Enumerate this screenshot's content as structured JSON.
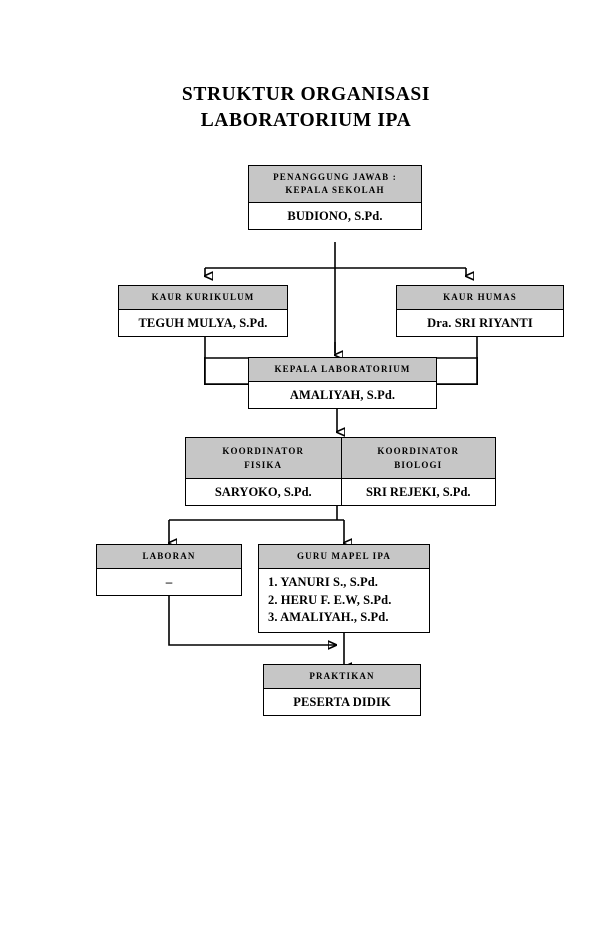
{
  "title": {
    "line1": "STRUKTUR ORGANISASI",
    "line2": "LABORATORIUM IPA"
  },
  "colors": {
    "header_fill": "#c6c6c6",
    "body_fill": "#ffffff",
    "stroke": "#000000",
    "page_background": "#ffffff"
  },
  "nodes": {
    "penanggung_jawab": {
      "head_line1": "PENANGGUNG JAWAB :",
      "head_line2": "KEPALA SEKOLAH",
      "name": "BUDIONO, S.Pd."
    },
    "kaur_kurikulum": {
      "head": "KAUR KURIKULUM",
      "name": "TEGUH MULYA, S.Pd."
    },
    "kaur_humas": {
      "head": "KAUR HUMAS",
      "name": "Dra. SRI RIYANTI"
    },
    "kepala_laboratorium": {
      "head": "KEPALA LABORATORIUM",
      "name": "AMALIYAH, S.Pd."
    },
    "koordinator_fisika": {
      "head_line1": "KOORDINATOR",
      "head_line2": "FISIKA",
      "name": "SARYOKO, S.Pd."
    },
    "koordinator_biologi": {
      "head_line1": "KOORDINATOR",
      "head_line2": "BIOLOGI",
      "name": "SRI REJEKI, S.Pd."
    },
    "laboran": {
      "head": "LABORAN",
      "name": "–"
    },
    "guru_mapel_ipa": {
      "head": "GURU MAPEL IPA",
      "member1": "1. YANURI S., S.Pd.",
      "member2": "2. HERU F. E.W, S.Pd.",
      "member3": "3. AMALIYAH., S.Pd."
    },
    "praktikan": {
      "head": "PRAKTIKAN",
      "name": "PESERTA DIDIK"
    }
  }
}
